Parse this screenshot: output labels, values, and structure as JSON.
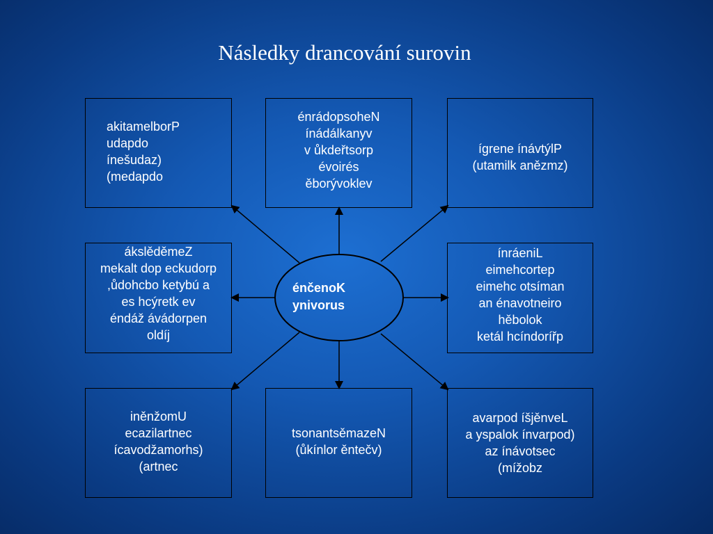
{
  "title": "Následky drancování surovin",
  "center": {
    "label": "énčenoK\nynivorus"
  },
  "boxes": {
    "top_left": "akitamelborP\nudapdo\níneš­udaz)\n(medapdo",
    "top_middle": "énrádopsoheN\nínádálkanyv\nv ůkdeřtsorp\névoirés\něborývoklev",
    "top_right": "ígrene ínávtýlP\n(utamilk anězmz)",
    "mid_left": "áksl­ěděmeZ\nmekalt dop eckudorp\n,ůdohcbo ketybú a\nes hcýretk ev\néndáž ávádorpen\noldíj",
    "mid_right": "ínráeniL\neimehcortep\neimehc otsíman\nan énavotneiro\nhěbolok\nketál hcíndorířp",
    "bottom_left": "iněnžomU\necazilartnec\nícavodžamorhs)\n(artnec",
    "bottom_middle": "tsonantsěmazeN\n(ůkínlor ěntečv)",
    "bottom_right": "avarpod íšjěnveL\na yspalok ínvarpod)\naz ínávotsec\n(mížobz"
  },
  "colors": {
    "background": "#1459b4",
    "lines": "#000000",
    "text": "#ffffff"
  }
}
